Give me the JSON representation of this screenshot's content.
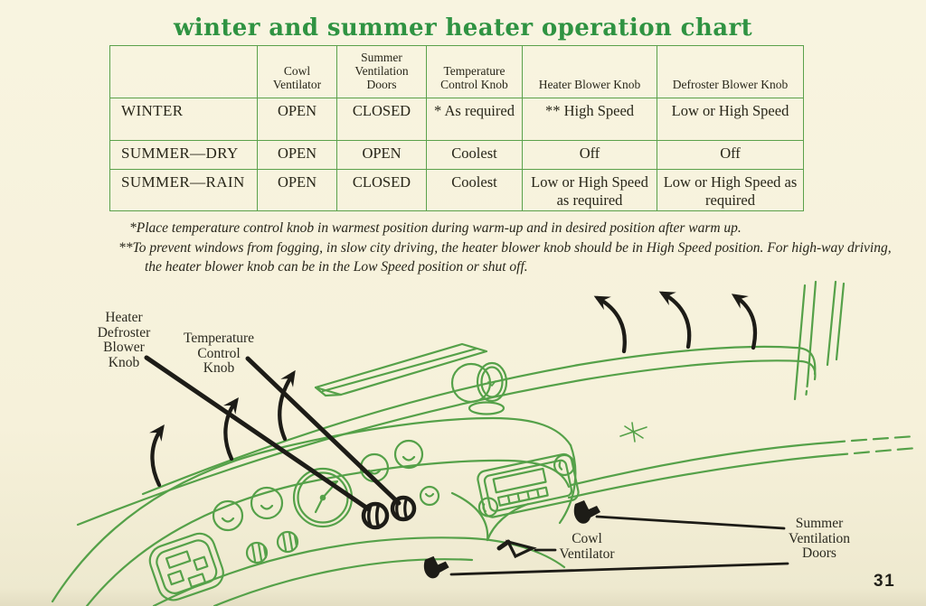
{
  "page": {
    "title": "winter and summer heater operation chart",
    "page_number": "31",
    "colors": {
      "background": "#f7f2dc",
      "line_green": "#55a149",
      "title_green": "#2f9342",
      "table_border": "#5ba14b",
      "ink": "#262419"
    }
  },
  "table": {
    "columns": [
      "",
      "Cowl Ventilator",
      "Summer Ventilation Doors",
      "Temperature Control Knob",
      "Heater Blower Knob",
      "Defroster Blower Knob"
    ],
    "rows": [
      {
        "label": "WINTER",
        "cells": [
          "OPEN",
          "CLOSED",
          "* As required",
          "** High Speed",
          "Low or High Speed"
        ]
      },
      {
        "label": "SUMMER—DRY",
        "cells": [
          "OPEN",
          "OPEN",
          "Coolest",
          "Off",
          "Off"
        ]
      },
      {
        "label": "SUMMER—RAIN",
        "cells": [
          "OPEN",
          "CLOSED",
          "Coolest",
          "Low or High Speed as required",
          "Low or High Speed as required"
        ]
      }
    ]
  },
  "footnotes": [
    "*Place temperature control knob in warmest position during warm-up and in desired position after warm up.",
    "**To prevent windows from fogging, in slow city driving, the heater blower knob should be in High Speed position. For high-way driving, the heater blower knob can be in the Low Speed position or shut off."
  ],
  "diagram": {
    "labels": {
      "heater_defroster_blower_knob": "Heater\nDefroster\nBlower\nKnob",
      "temperature_control_knob": "Temperature\nControl\nKnob",
      "cowl_ventilator": "Cowl\nVentilator",
      "summer_ventilation_doors": "Summer\nVentilation\nDoors"
    },
    "icons": {
      "airflow-arrow-icon": "curved black arrow showing defroster air toward windshield (6 total)",
      "knob-icon": "round slotted control knob drawing",
      "vent-handle-icon": "under-dash ventilation door lever drawing"
    }
  }
}
